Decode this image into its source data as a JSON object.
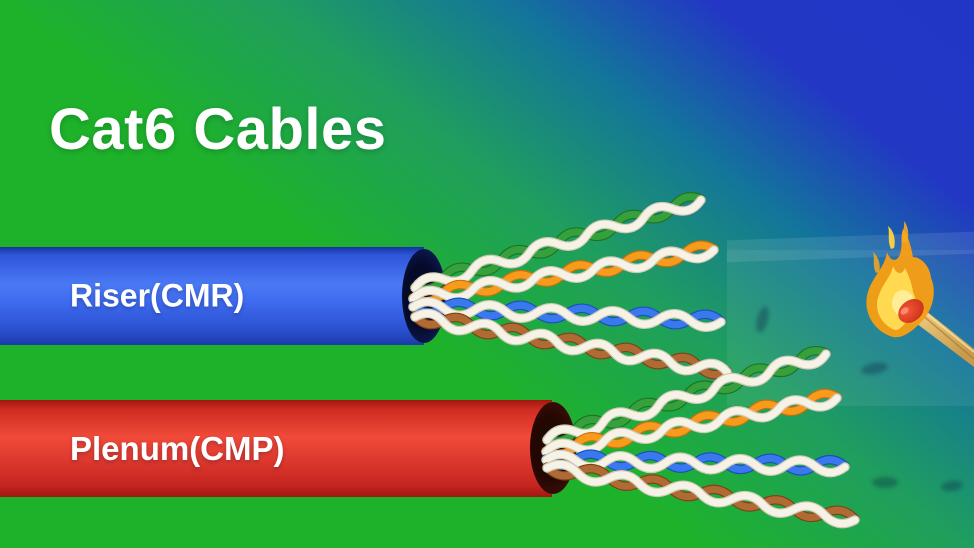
{
  "page": {
    "title": "Cat6 Cables"
  },
  "background": {
    "green": "#1eb22b",
    "teal_mid": "#1f9e5e",
    "blue": "#2238c4"
  },
  "cables": [
    {
      "id": "riser",
      "label": "Riser(CMR)",
      "jacket_color": "#3f6cf0",
      "opening_color": "#0a1240"
    },
    {
      "id": "plenum",
      "label": "Plenum(CMP)",
      "jacket_color": "#e03a30",
      "opening_color": "#2a0803"
    }
  ],
  "wire_pairs": [
    {
      "name": "green-white-pair",
      "color": "#36a13c",
      "color_dark": "#1e7423"
    },
    {
      "name": "orange-white-pair",
      "color": "#f79b1d",
      "color_dark": "#cc6f0a"
    },
    {
      "name": "blue-white-pair",
      "color": "#3a78ee",
      "color_dark": "#1d4fb8"
    },
    {
      "name": "brown-white-pair",
      "color": "#b06a33",
      "color_dark": "#7e4218"
    }
  ],
  "wire_white": {
    "color": "#f6f2e6",
    "color_dark": "#cfc9b8"
  },
  "match": {
    "name": "burning-match-icon",
    "flame_outer": "#f59e15",
    "flame_inner": "#ffd94f",
    "flame_core": "#ffef9e",
    "head_color": "#d4361b",
    "stick_color": "#e8be6e"
  }
}
